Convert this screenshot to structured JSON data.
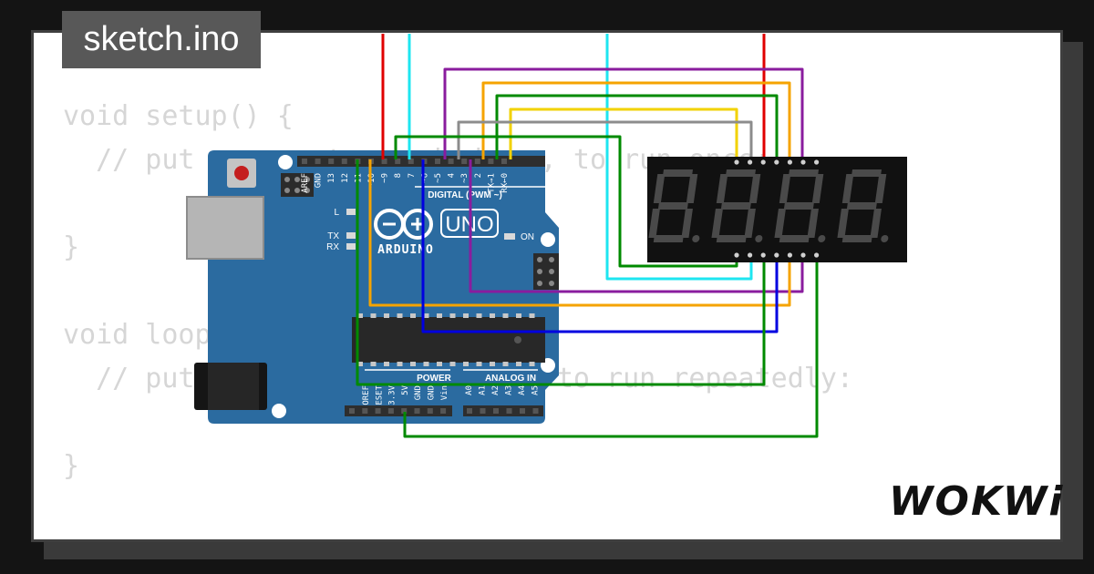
{
  "tab": {
    "filename": "sketch.ino"
  },
  "code_lines": [
    "void setup() {",
    "  // put your setup code here, to run once:",
    "",
    "}",
    "",
    "void loop() {",
    "  // put your main code here, to run repeatedly:",
    "",
    "}"
  ],
  "board": {
    "brand": "ARDUINO",
    "model": "UNO",
    "digital_header": "DIGITAL (PWM ~)",
    "power_header": "POWER",
    "analog_header": "ANALOG IN",
    "on_label": "ON",
    "led_labels": {
      "l": "L",
      "tx": "TX",
      "rx": "RX"
    },
    "digital_pins": [
      "AREF",
      "GND",
      "13",
      "12",
      "~11",
      "~10",
      "~9",
      "8",
      "7",
      "~6",
      "~5",
      "4",
      "~3",
      "2",
      "TX→1",
      "RX←0"
    ],
    "power_pins": [
      "IOREF",
      "RESET",
      "3.3V",
      "5V",
      "GND",
      "GND",
      "Vin"
    ],
    "analog_pins": [
      "A0",
      "A1",
      "A2",
      "A3",
      "A4",
      "A5"
    ]
  },
  "display": {
    "digits": [
      "8.",
      "8.",
      "8.",
      "8."
    ]
  },
  "colors": {
    "wire_red": "#e00000",
    "wire_cyan": "#1ee6f0",
    "wire_purple": "#8a1c9e",
    "wire_orange": "#f5a300",
    "wire_green": "#008a00",
    "wire_yellow": "#f2d200",
    "wire_gray": "#8c8c8c",
    "wire_blue": "#0000e0",
    "board": "#2b6ba0"
  },
  "brand_logo": "WOKWi"
}
